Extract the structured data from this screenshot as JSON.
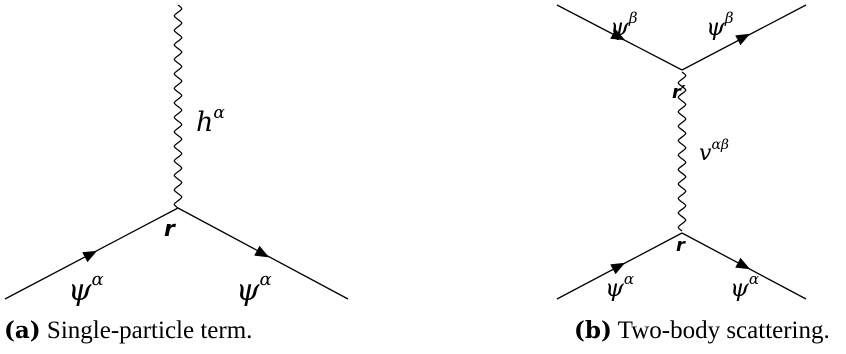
{
  "diagram_a": {
    "boson_label": {
      "base": "h",
      "sup": "α"
    },
    "vertex_label": "r",
    "incoming_label": {
      "base": "ψ",
      "sup": "α"
    },
    "outgoing_label": {
      "base": "ψ",
      "sup": "α"
    },
    "caption_tag": "(a)",
    "caption_text": "Single-particle term."
  },
  "diagram_b": {
    "top_in_label": {
      "base": "ψ",
      "sup": "β"
    },
    "top_out_label": {
      "base": "ψ",
      "sup": "β"
    },
    "top_vertex_label": "r′",
    "boson_label": {
      "base": "v",
      "sup": "αβ"
    },
    "bottom_vertex_label": "r",
    "bottom_in_label": {
      "base": "ψ",
      "sup": "α"
    },
    "bottom_out_label": {
      "base": "ψ",
      "sup": "α"
    },
    "caption_tag": "(b)",
    "caption_text": "Two-body scattering."
  }
}
